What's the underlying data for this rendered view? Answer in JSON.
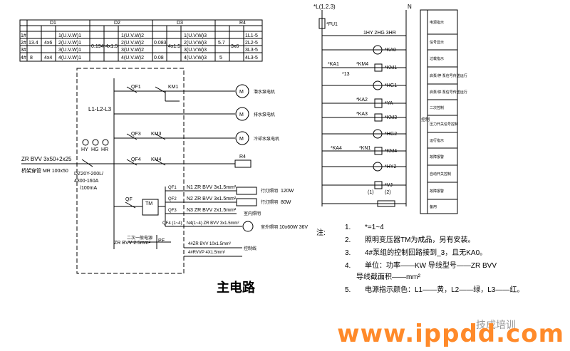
{
  "main_circuit": {
    "title": "主电路",
    "bus_label": "L1-L2-L3",
    "incoming_cable": "ZR BVV 3x50+2x25",
    "incoming_conduit": "桥架穿管 MR 100x50",
    "main_breaker": [
      "DZ20Y-200L/",
      "4300-160A",
      "/100mA"
    ],
    "indicator_lamps": [
      "HY",
      "HG",
      "HR"
    ],
    "feeders": [
      {
        "breaker": "QF1",
        "contactor": "KM1",
        "load": "M",
        "desc": "潜水泵电机"
      },
      {
        "breaker": "",
        "contactor": "",
        "load": "M",
        "desc": "排水泵电机"
      },
      {
        "breaker": "QF3",
        "contactor": "KM3",
        "load": "M",
        "desc": "冷却水泵电机"
      },
      {
        "breaker": "QF4",
        "contactor": "KM4",
        "load": "R4",
        "desc": ""
      }
    ],
    "branch_breaker": "QF",
    "transformer": "TM",
    "lighting_rows": [
      {
        "breaker": "QF1",
        "cable": "N1 ZR BVV 3x1.5mm²",
        "load_desc": "行灯照明",
        "load_value": "120W"
      },
      {
        "breaker": "QF2",
        "cable": "N2 ZR BVV 3x1.5mm²",
        "load_desc": "行灯照明",
        "load_value": "80W"
      },
      {
        "breaker": "QF3",
        "cable": "N3 ZR BVV 2x1.5mm²",
        "load_desc": "室内照明",
        "load_value": ""
      },
      {
        "breaker": "QF4 (1~4)",
        "cable": "N4(1~4) ZR BVV 3x1.5mm²",
        "load_desc": "室外照明",
        "load_value": "10x60W 36V"
      }
    ],
    "secondary_label": "二次一般电源",
    "cable_pe": "ZR BVV 2.5mm²",
    "pe_label": "PE",
    "bottom_cables": [
      "4#ZR BVV 10x1.5mm²",
      "4#RVVP 4X1.5mm²"
    ],
    "bottom_cable_desc": "控制线"
  },
  "schedule_table": {
    "groups": [
      "D1",
      "D2",
      "D3",
      "R4"
    ],
    "rows": [
      {
        "no": "1#",
        "kw": "13.4",
        "cable": "4x6",
        "term": "1(U.V.W)1",
        "d2term": "1(U.V.W)2",
        "d3term": "1(U.V.W)3",
        "r4term": "1L1-5"
      },
      {
        "no": "2#",
        "kw": "",
        "cable": "",
        "term": "2(U.V.W)1",
        "d2term": "2(U.V.W)2",
        "d3term": "2(U.V.W)3",
        "r4term": "2L2-5"
      },
      {
        "no": "3#",
        "kw": "",
        "cable": "",
        "term": "3(U.V.W)1",
        "d2term": "3(U.V.W)2",
        "d3term": "3(U.V.W)3",
        "r4term": "3L3-5"
      },
      {
        "no": "4#",
        "kw": "8",
        "cable": "4x4",
        "term": "4(U.V.W)1",
        "d2term": "4(U.V.W)2",
        "d3term": "4(U.V.W)3",
        "r4term": "4L3-5"
      }
    ],
    "d2_kw": "0.194",
    "d2_cable": "4x1.5",
    "d3_kw": "0.083",
    "d3_cable": "4x1.5",
    "d3_kw4": "0.08",
    "r4_kw": "5.7",
    "r4_cable": "3x6",
    "r4_kw4": "5"
  },
  "control_circuit": {
    "supply": "*L(1.2.3)",
    "neutral": "N",
    "fuse": "*FU1",
    "lamp_header": "1HY 2HG 3HR",
    "elements": [
      "*KA0",
      "*KM1",
      "*HG1",
      "*YA",
      "*KM3",
      "*HG2",
      "*KM4",
      "*HY2",
      "*VJ"
    ],
    "contacts": [
      "*KA1",
      "*KM4",
      "*KA2",
      "*KA3",
      "*KA4",
      "*KN1"
    ],
    "contact_num": "*13",
    "circled": [
      "(1)",
      "(2)"
    ],
    "side_group_label": "控制",
    "function_labels": [
      "电源指示",
      "信号显示",
      "过载指示",
      "启泵/停\n泵信号传送运行",
      "启泵/停\n泵信号传送运行",
      "二次控制",
      "压力开关信号控制",
      "运行指示",
      "故障报警",
      "自动开关控制",
      "故障报警",
      "备用"
    ]
  },
  "notes": {
    "heading": "注:",
    "items": [
      {
        "num": "1.",
        "text": "*=1~4"
      },
      {
        "num": "2.",
        "text": "照明变压器TM为成品，另有安装。"
      },
      {
        "num": "3.",
        "text": "4#泵组的控制回路接到_3，且无KA0。"
      },
      {
        "num": "4.",
        "text": "单位：功率——KW      导线型号——ZR BVV"
      },
      {
        "num": "",
        "text": "导线截面积——mm²"
      },
      {
        "num": "5.",
        "text": "电源指示颜色：L1——黄，L2——绿，L3——红。"
      }
    ]
  },
  "watermark": {
    "site": "www.ippdd.com",
    "brand": "技成培训"
  }
}
